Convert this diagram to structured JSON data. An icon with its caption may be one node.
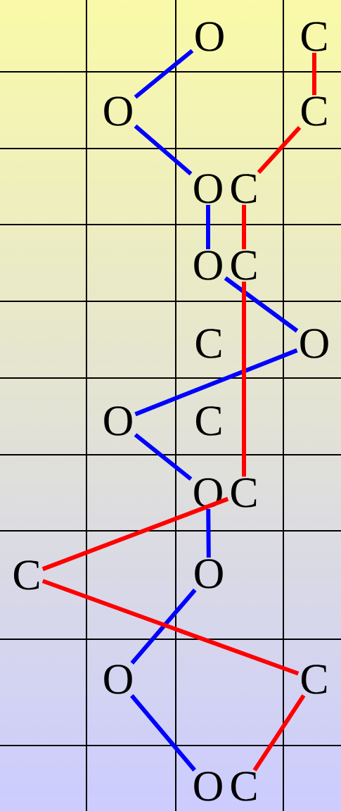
{
  "diagram": {
    "nodes": [
      {
        "text": [
          "O"
        ]
      },
      {
        "text": [
          "C"
        ]
      },
      {
        "text": [
          "O"
        ]
      },
      {
        "text": [
          "C"
        ]
      },
      {
        "text": [
          "O"
        ]
      },
      {
        "text": [
          "C"
        ]
      },
      {
        "text": [
          "O"
        ]
      },
      {
        "text": [
          "C"
        ]
      },
      {
        "text": [
          "C"
        ]
      },
      {
        "text": [
          "O"
        ]
      },
      {
        "text": [
          "O"
        ]
      },
      {
        "text": [
          "C"
        ]
      },
      {
        "text": [
          "O"
        ]
      },
      {
        "text": [
          "C"
        ]
      },
      {
        "text": [
          "C"
        ]
      },
      {
        "text": [
          "O"
        ]
      },
      {
        "text": [
          "O"
        ]
      },
      {
        "text": [
          "C"
        ]
      },
      {
        "text": [
          "O"
        ]
      },
      {
        "text": [
          "C"
        ]
      }
    ],
    "edges": [
      {
        "from": 0,
        "to": 2,
        "arrow": "none",
        "color": "#0000ff"
      },
      {
        "from": 2,
        "to": 4,
        "arrow": "none",
        "color": "#0000ff"
      },
      {
        "from": 4,
        "to": 6,
        "arrow": "none",
        "color": "#0000ff"
      },
      {
        "from": 6,
        "to": 9,
        "arrow": "none",
        "color": "#0000ff"
      },
      {
        "from": 9,
        "to": 10,
        "arrow": "none",
        "color": "#0000ff"
      },
      {
        "from": 10,
        "to": 12,
        "arrow": "none",
        "color": "#0000ff"
      },
      {
        "from": 12,
        "to": 15,
        "arrow": "none",
        "color": "#0000ff"
      },
      {
        "from": 15,
        "to": 16,
        "arrow": "none",
        "color": "#0000ff"
      },
      {
        "from": 16,
        "to": 18,
        "arrow": "none",
        "color": "#0000ff"
      },
      {
        "from": 1,
        "to": 3,
        "arrow": "none",
        "color": "#ff0000"
      },
      {
        "from": 3,
        "to": 5,
        "arrow": "none",
        "color": "#ff0000"
      },
      {
        "from": 5,
        "to": 7,
        "arrow": "none",
        "color": "#ff0000"
      },
      {
        "from": 7,
        "to": 13,
        "arrow": "none",
        "color": "#ff0000"
      },
      {
        "from": 13,
        "to": 14,
        "arrow": "none",
        "color": "#ff0000"
      },
      {
        "from": 14,
        "to": 17,
        "arrow": "none",
        "color": "#ff0000"
      },
      {
        "from": 17,
        "to": 19,
        "arrow": "none",
        "color": "#ff0000"
      }
    ]
  }
}
